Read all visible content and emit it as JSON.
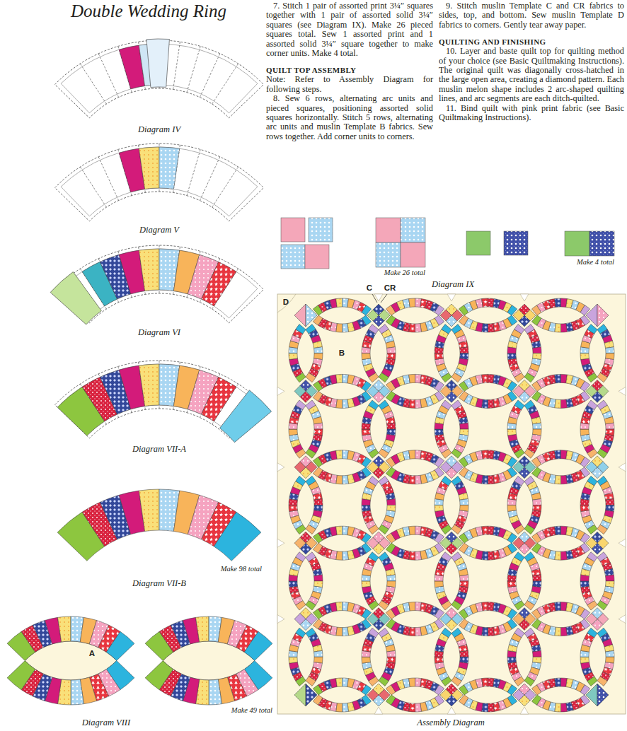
{
  "diagram": {
    "title": "Double Wedding Ring",
    "labels": [
      "7. Stitch 1 pair of assorted print 3¼″ squares together with 1 pair of assorted solid 3¼″ squares (see Diagram IX). Make 26 pieced squares total. Sew 1 assorted print and 1 assorted solid 3¼″ square together to make corner units. Make 4 total.",
      "QUILT TOP ASSEMBLY",
      "Note: Refer to Assembly Diagram for following steps.",
      "8. Sew 6 rows, alternating arc units and pieced squares, positioning assorted solid squares horizontally. Stitch 5 rows, alternating arc units and muslin Template B fabrics. Sew rows together. Add corner units to corners.",
      "9. Stitch muslin Template C and CR fabrics to sides, top, and bottom. Sew muslin Template D fabrics to corners. Gently tear away paper.",
      "QUILTING AND FINISHING",
      "10. Layer and baste quilt top for quilting method of your choice (see Basic Quiltmaking Instructions). The original quilt was diagonally cross-hatched in the large open area, creating a diamond pattern. Each muslin melon shape includes 2 arc-shaped quilting lines, and arc segments are each ditch-quilted.",
      "11. Bind quilt with pink print fabric (see Basic Quiltmaking Instructions).",
      "Diagram IV",
      "Diagram V",
      "Diagram VI",
      "Diagram VII-A",
      "Make 98 total",
      "Diagram VII-B",
      "A",
      "Make 49 total",
      "Diagram VIII",
      "Make 26 total",
      "Make 4 total",
      "Diagram IX",
      "C",
      "CR",
      "D",
      "B",
      "Assembly Diagram"
    ]
  }
}
